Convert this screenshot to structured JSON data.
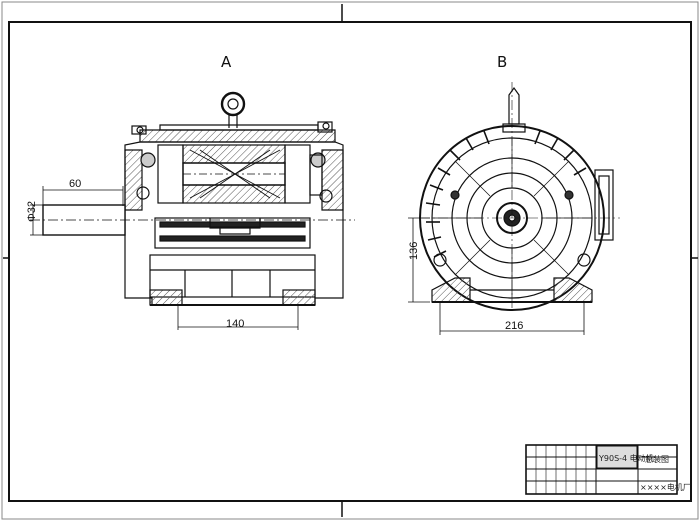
{
  "drawing": {
    "view_a": {
      "label": "A"
    },
    "view_b": {
      "label": "B"
    },
    "dimensions": {
      "shaft_length": "60",
      "shaft_diameter": "Φ32",
      "foot_spacing_a": "140",
      "center_height": "136",
      "foot_spacing_b": "216"
    },
    "title_block": {
      "model_code": "Y90S-4 电动机",
      "drawing_name": "总装图",
      "maker": "××××电机厂"
    },
    "colors": {
      "line": "#111111",
      "paper": "#ffffff",
      "hatch": "#555555"
    }
  }
}
